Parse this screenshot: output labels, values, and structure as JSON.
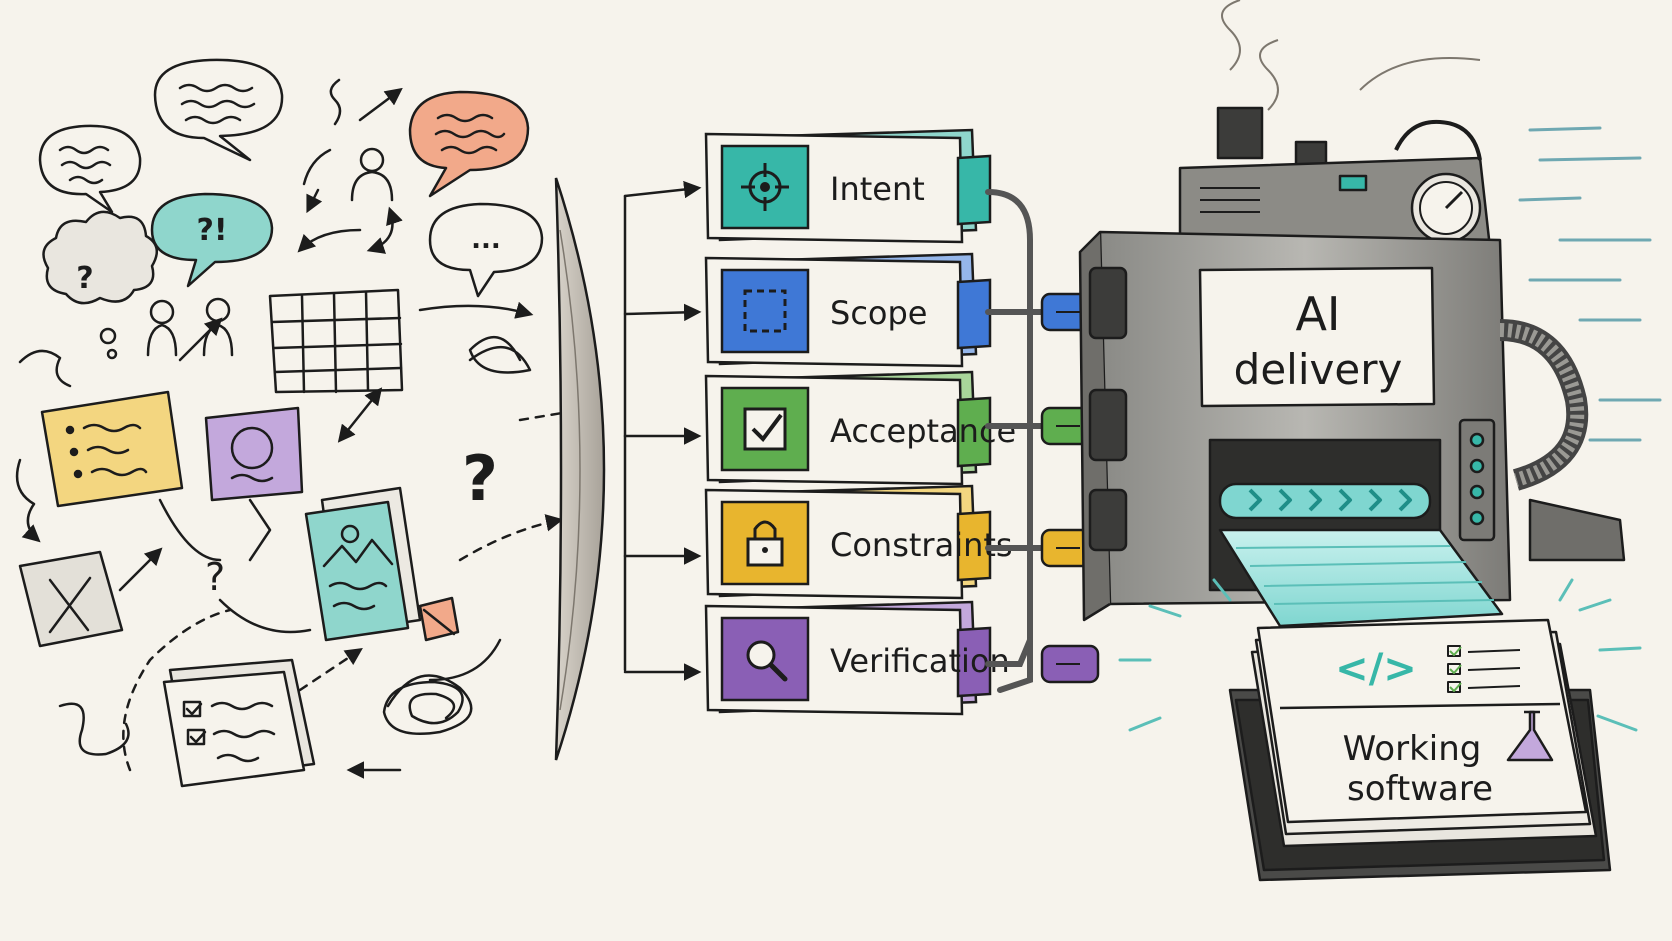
{
  "chaos": {
    "bubble_text": "?!",
    "thought_text": "?",
    "ellipsis_text": "...",
    "question_text": "?"
  },
  "cards": [
    {
      "label": "Intent",
      "icon": "crosshair-icon",
      "color": "#37b7a8",
      "light": "#8fd6cc"
    },
    {
      "label": "Scope",
      "icon": "dashed-square-icon",
      "color": "#3f78d6",
      "light": "#95b6ea"
    },
    {
      "label": "Acceptance",
      "icon": "checkbox-icon",
      "color": "#5fae4f",
      "light": "#a8d59a"
    },
    {
      "label": "Constraints",
      "icon": "padlock-icon",
      "color": "#e8b52e",
      "light": "#f3d680"
    },
    {
      "label": "Verification",
      "icon": "magnifier-icon",
      "color": "#8a5fb5",
      "light": "#c3a8dc"
    }
  ],
  "machine": {
    "label_line1": "AI",
    "label_line2": "delivery"
  },
  "output": {
    "code_symbol": "</>",
    "label_line1": "Working",
    "label_line2": "software"
  }
}
